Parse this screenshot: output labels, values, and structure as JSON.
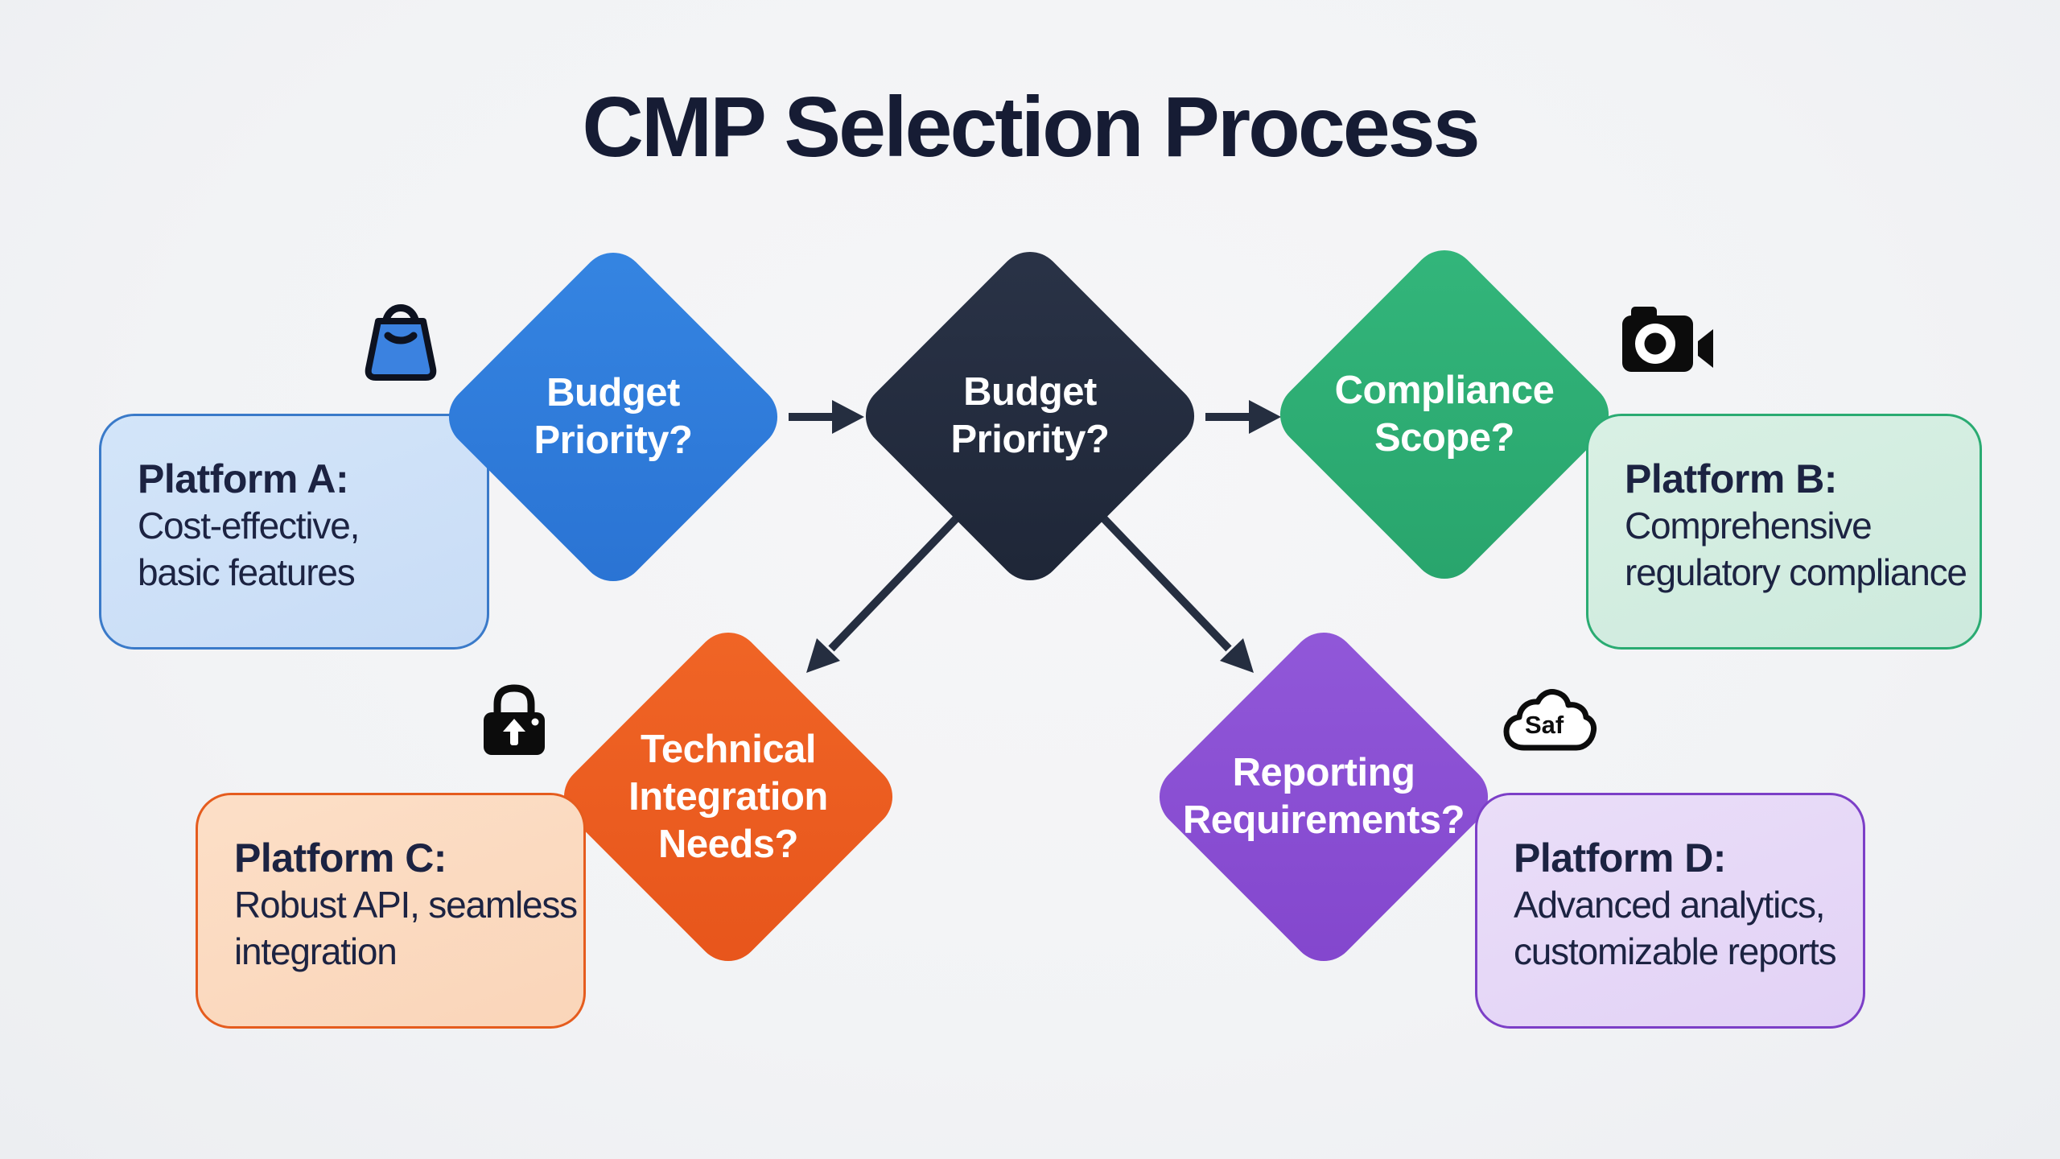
{
  "title": "CMP Selection Process",
  "colors": {
    "background": "#f3f4f6",
    "title_text": "#161c34",
    "arrow": "#252e40",
    "diamond_text": "#ffffff",
    "box_text": "#1c2342"
  },
  "diagram": {
    "diamonds": [
      {
        "id": "budget-priority-left",
        "line1": "Budget",
        "line2": "Priority?",
        "color": "#2e7cd9"
      },
      {
        "id": "budget-priority-center",
        "line1": "Budget",
        "line2": "Priority?",
        "color": "#232c3e"
      },
      {
        "id": "compliance-scope",
        "line1": "Compliance",
        "line2": "Scope?",
        "color": "#2dac72"
      },
      {
        "id": "technical-integration",
        "line1": "Technical",
        "line2": "Integration",
        "line3": "Needs?",
        "color": "#ed5d1f"
      },
      {
        "id": "reporting-requirements",
        "line1": "Reporting",
        "line2": "Requirements?",
        "color": "#8b50d3"
      }
    ],
    "platforms": [
      {
        "id": "platform-a",
        "name": "Platform A:",
        "desc1": "Cost-effective,",
        "desc2": "basic features",
        "fill": "#cfe2f8",
        "border": "#3a7ac9"
      },
      {
        "id": "platform-b",
        "name": "Platform B:",
        "desc1": "Comprehensive",
        "desc2": "regulatory compliance",
        "fill": "#d6eee1",
        "border": "#2aab72"
      },
      {
        "id": "platform-c",
        "name": "Platform C:",
        "desc1": "Robust API, seamless",
        "desc2": "integration",
        "fill": "#fbdcc2",
        "border": "#e55c1e"
      },
      {
        "id": "platform-d",
        "name": "Platform D:",
        "desc1": "Advanced analytics,",
        "desc2": "customizable reports",
        "fill": "#e9dcf9",
        "border": "#7c3fc7"
      }
    ],
    "icons": {
      "shopping_bag": "shopping-bag-icon",
      "camera": "video-camera-icon",
      "lock": "lock-upload-icon",
      "cloud": {
        "name": "cloud-icon",
        "label": "Saf"
      }
    }
  }
}
